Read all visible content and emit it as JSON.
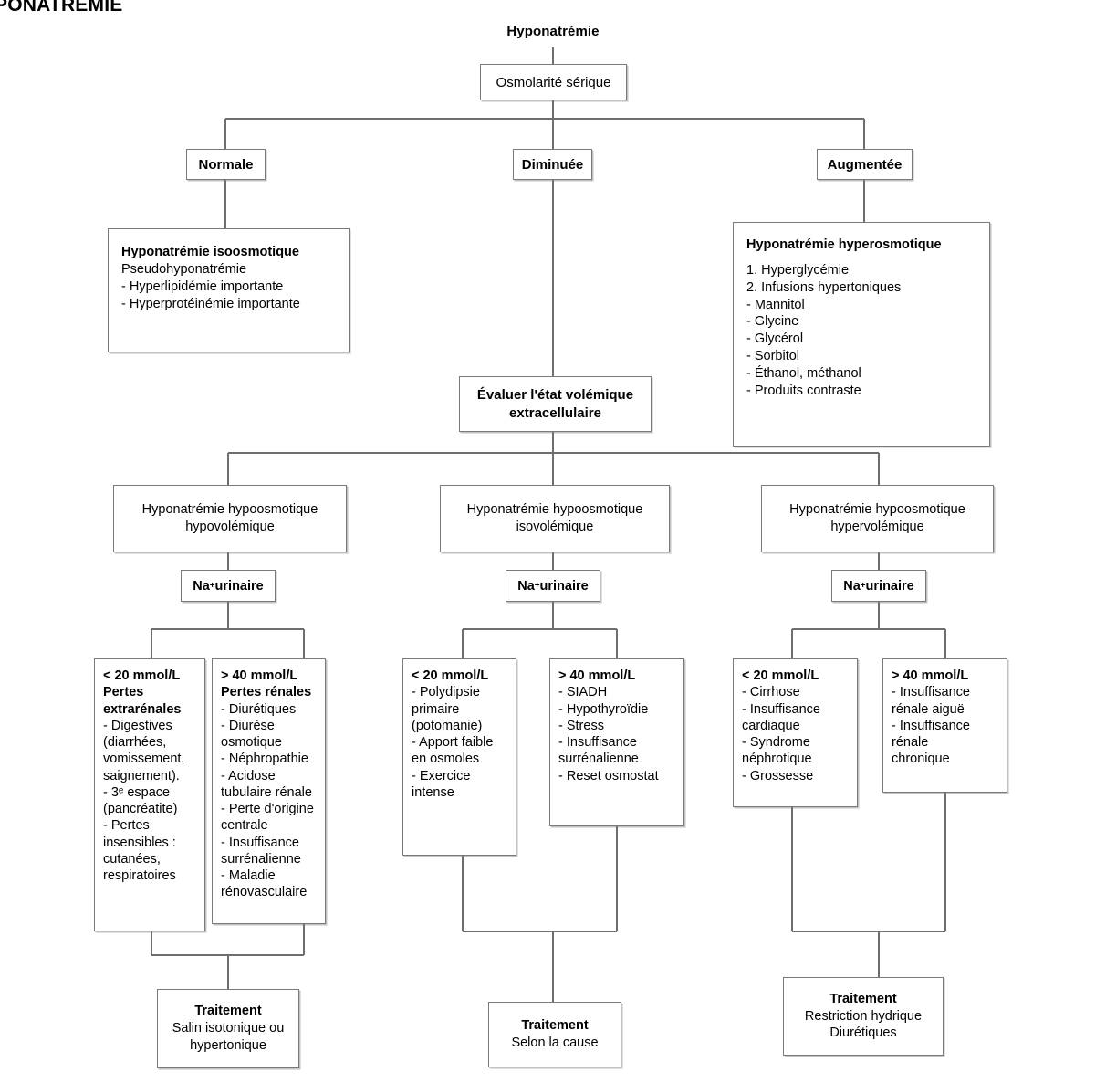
{
  "figure": {
    "cropped_heading": "PONATRÉMIE",
    "root_title": "Hyponatrémie"
  },
  "nodes": {
    "osmolarity": {
      "label": "Osmolarité sérique"
    },
    "branch_normal": {
      "label": "Normale"
    },
    "branch_low": {
      "label": "Diminuée"
    },
    "branch_high": {
      "label": "Augmentée"
    },
    "isoosmotic": {
      "title": "Hyponatrémie isoosmotique",
      "lines": [
        "Pseudohyponatrémie",
        "- Hyperlipidémie importante",
        "- Hyperprotéinémie importante"
      ]
    },
    "hyperosmotic": {
      "title": "Hyponatrémie hyperosmotique",
      "lines": [
        "1. Hyperglycémie",
        "2. Infusions hypertoniques",
        "- Mannitol",
        "- Glycine",
        "- Glycérol",
        "- Sorbitol",
        "- Éthanol, méthanol",
        "- Produits contraste"
      ]
    },
    "evaluate_volume": {
      "line1": "Évaluer l'état volémique",
      "line2": "extracellulaire"
    },
    "hypovolemic": {
      "line1": "Hyponatrémie hypoosmotique",
      "line2": "hypovolémique"
    },
    "isovolemic": {
      "line1": "Hyponatrémie hypoosmotique",
      "line2": "isovolémique"
    },
    "hypervolemic": {
      "line1": "Hyponatrémie hypoosmotique",
      "line2": "hypervolémique"
    },
    "urine_na_left": {
      "prefix": "Na",
      "sup": "+",
      "suffix": " urinaire"
    },
    "urine_na_mid": {
      "prefix": "Na",
      "sup": "+",
      "suffix": " urinaire"
    },
    "urine_na_right": {
      "prefix": "Na",
      "sup": "+",
      "suffix": " urinaire"
    },
    "hypo_low_na": {
      "heading1": "< 20 mmol/L",
      "heading2": "Pertes",
      "heading3": "extrarénales",
      "lines": [
        "- Digestives",
        "(diarrhées,",
        "vomissement,",
        "saignement).",
        "- 3ᵉ espace",
        "(pancréatite)",
        "- Pertes",
        "insensibles :",
        "cutanées,",
        "respiratoires"
      ]
    },
    "hypo_high_na": {
      "heading1": "> 40 mmol/L",
      "heading2": "Pertes rénales",
      "lines": [
        "- Diurétiques",
        "- Diurèse",
        "osmotique",
        "- Néphropathie",
        "- Acidose",
        "tubulaire rénale",
        "- Perte d'origine",
        "centrale",
        "- Insuffisance",
        "surrénalienne",
        "- Maladie",
        "rénovasculaire"
      ]
    },
    "iso_low_na": {
      "heading1": "< 20 mmol/L",
      "lines": [
        "- Polydipsie",
        "primaire",
        "(potomanie)",
        "- Apport faible",
        "en osmoles",
        "- Exercice",
        "intense"
      ]
    },
    "iso_high_na": {
      "heading1": "> 40 mmol/L",
      "lines": [
        "- SIADH",
        "- Hypothyroïdie",
        "- Stress",
        "- Insuffisance",
        "surrénalienne",
        "- Reset osmostat"
      ]
    },
    "hyper_low_na": {
      "heading1": "< 20 mmol/L",
      "lines": [
        "- Cirrhose",
        "- Insuffisance",
        "cardiaque",
        "- Syndrome",
        "néphrotique",
        "- Grossesse"
      ]
    },
    "hyper_high_na": {
      "heading1": "> 40 mmol/L",
      "lines": [
        "- Insuffisance",
        "rénale aiguë",
        "- Insuffisance",
        "rénale",
        "chronique"
      ]
    },
    "treatment_hypo": {
      "title": "Traitement",
      "lines": [
        "Salin isotonique ou",
        "hypertonique"
      ]
    },
    "treatment_iso": {
      "title": "Traitement",
      "lines": [
        "Selon la cause"
      ]
    },
    "treatment_hyper": {
      "title": "Traitement",
      "lines": [
        "Restriction hydrique",
        "Diurétiques"
      ]
    }
  },
  "colors": {
    "box_border": "#7a7a7a",
    "connector": "#6e6e6e",
    "text": "#000000",
    "background": "#ffffff"
  }
}
